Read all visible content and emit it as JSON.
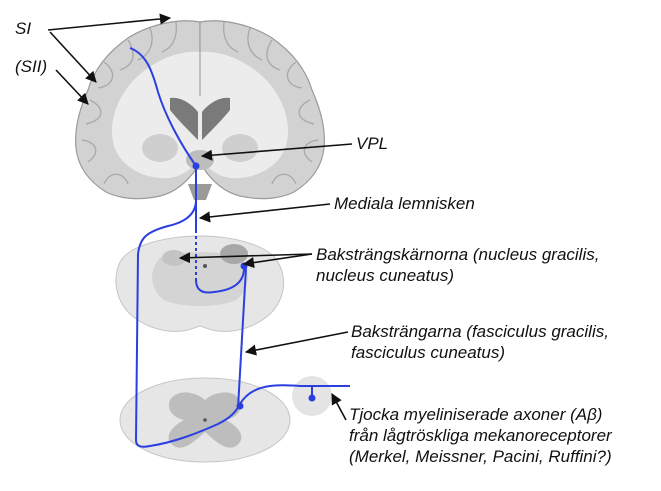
{
  "labels": {
    "si": "SI",
    "sii": "(SII)",
    "vpl": "VPL",
    "medial_lemniscus": "Mediala lemnisken",
    "dorsal_column_nuclei": [
      "Baksträngskärnorna (nucleus gracilis,",
      "nucleus cuneatus)"
    ],
    "dorsal_columns": [
      "Baksträngarna (fasciculus gracilis,",
      "fasciculus cuneatus)"
    ],
    "axons": [
      "Tjocka myeliniserade axoner (Aβ)",
      "från lågtröskliga mekanoreceptorer",
      "(Merkel, Meissner, Pacini, Ruffini?)"
    ]
  },
  "colors": {
    "pathway": "#2b3fe0",
    "arrow": "#111111",
    "brain_gray": "#c8c8c8",
    "section_gray": "#e2e2e2",
    "dark_gray": "#8a8a8a"
  }
}
